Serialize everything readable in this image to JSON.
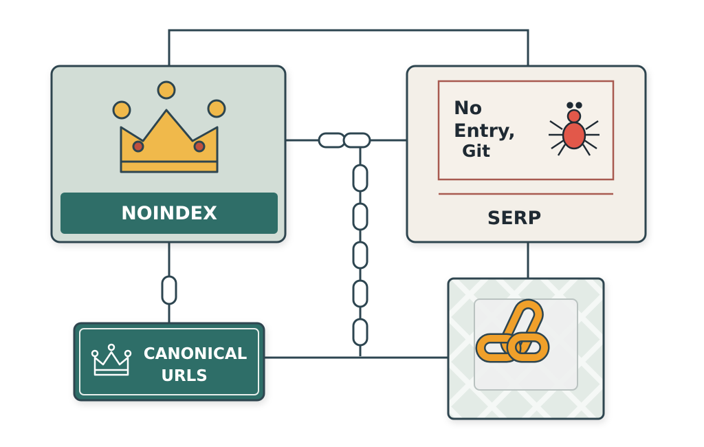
{
  "nodes": {
    "noindex": {
      "label": "NOINDEX"
    },
    "serp": {
      "label": "SERP",
      "sign_line1": "No",
      "sign_line2": "Entry,",
      "sign_line3": "Git"
    },
    "canonical": {
      "label_line1": "CANONICAL",
      "label_line2": "URLS"
    },
    "link": {}
  },
  "colors": {
    "line": "#2d4550",
    "teal": "#2f6e68",
    "sage": "#d2ddd6",
    "cream": "#f3efe8",
    "gold": "#f0b94b",
    "red_sign": "#a85a50",
    "spider": "#e2584a",
    "chain_orange": "#f0a02a"
  },
  "icons": [
    "crown-icon",
    "spider-icon",
    "chain-link-icon",
    "chain-icon"
  ]
}
